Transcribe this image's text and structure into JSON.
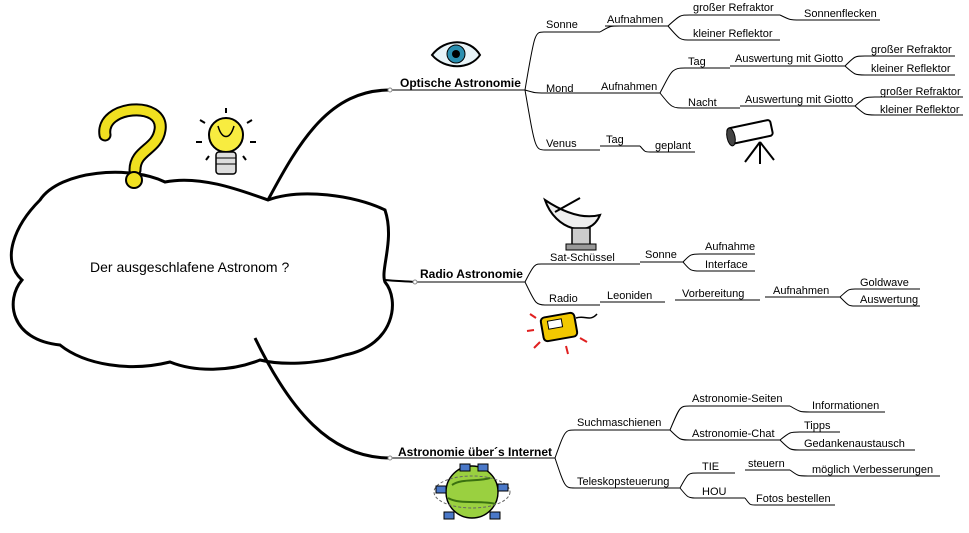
{
  "center": {
    "label": "Der ausgeschlafene Astronom ?"
  },
  "branches": {
    "optical": {
      "label": "Optische Astronomie",
      "sonne": "Sonne",
      "sonne_aufnahmen": "Aufnahmen",
      "grosser_refraktor": "großer Refraktor",
      "sonnenflecken": "Sonnenflecken",
      "kleiner_reflektor": "kleiner Reflektor",
      "mond": "Mond",
      "mond_aufnahmen": "Aufnahmen",
      "tag": "Tag",
      "tag_giotto": "Auswertung mit Giotto",
      "tag_refraktor": "großer Refraktor",
      "tag_reflektor": "kleiner Reflektor",
      "nacht": "Nacht",
      "nacht_giotto": "Auswertung mit Giotto",
      "nacht_refraktor": "großer Refraktor",
      "nacht_reflektor": "kleiner Reflektor",
      "venus": "Venus",
      "venus_tag": "Tag",
      "geplant": "geplant"
    },
    "radio": {
      "label": "Radio Astronomie",
      "sat": "Sat-Schüssel",
      "sat_sonne": "Sonne",
      "aufnahme": "Aufnahme",
      "interface": "Interface",
      "radio": "Radio",
      "leoniden": "Leoniden",
      "vorbereitung": "Vorbereitung",
      "aufnahmen": "Aufnahmen",
      "goldwave": "Goldwave",
      "auswertung": "Auswertung"
    },
    "internet": {
      "label": "Astronomie über´s Internet",
      "such": "Suchmaschienen",
      "seiten": "Astronomie-Seiten",
      "informationen": "Informationen",
      "chat": "Astronomie-Chat",
      "tipps": "Tipps",
      "gedanken": "Gedankenaustausch",
      "teleskop": "Teleskopsteuerung",
      "tie": "TIE",
      "steuern": "steuern",
      "verbesserungen": "möglich Verbesserungen",
      "hou": "HOU",
      "fotos": "Fotos bestellen"
    }
  },
  "icons": [
    "question-mark-icon",
    "light-bulb-icon",
    "eye-icon",
    "telescope-icon",
    "satellite-dish-icon",
    "radio-icon",
    "globe-network-icon"
  ]
}
